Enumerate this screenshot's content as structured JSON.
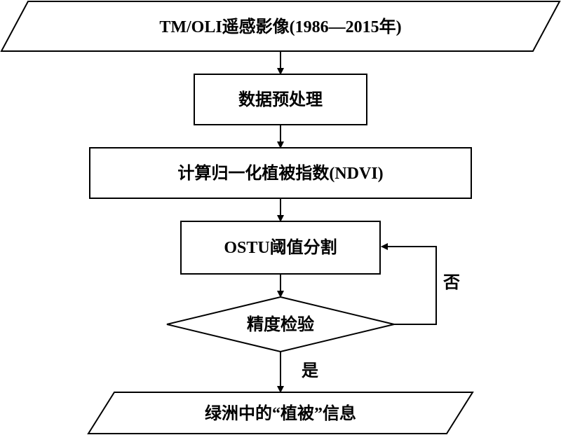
{
  "diagram": {
    "nodes": [
      {
        "id": "input",
        "shape": "parallelogram",
        "label": "TM/OLI遥感影像(1986—2015年)"
      },
      {
        "id": "preprocess",
        "shape": "rectangle",
        "label": "数据预处理"
      },
      {
        "id": "ndvi",
        "shape": "rectangle",
        "label": "计算归一化植被指数(NDVI)"
      },
      {
        "id": "otsu",
        "shape": "rectangle",
        "label": "OSTU阈值分割"
      },
      {
        "id": "check",
        "shape": "diamond",
        "label": "精度检验"
      },
      {
        "id": "output",
        "shape": "parallelogram",
        "label": "绿洲中的“植被”信息"
      }
    ],
    "edges": [
      {
        "from": "input",
        "to": "preprocess"
      },
      {
        "from": "preprocess",
        "to": "ndvi"
      },
      {
        "from": "ndvi",
        "to": "otsu"
      },
      {
        "from": "otsu",
        "to": "check"
      },
      {
        "from": "check",
        "to": "output",
        "label": "是"
      },
      {
        "from": "check",
        "to": "otsu",
        "label": "否"
      }
    ]
  }
}
